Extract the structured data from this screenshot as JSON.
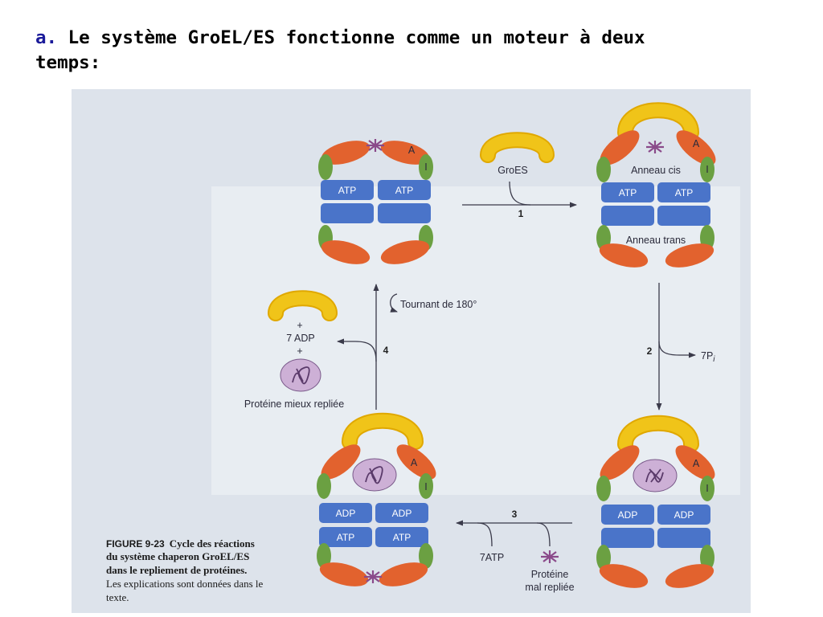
{
  "slide": {
    "title_letter": "a.",
    "title_line1": " Le système GroEL/ES fonctionne comme un moteur à deux",
    "title_line2": "temps:"
  },
  "diagram": {
    "labels": {
      "atp": "ATP",
      "adp": "ADP",
      "domain_a": "A",
      "domain_i": "I",
      "groes": "GroES",
      "anneau_cis": "Anneau cis",
      "anneau_trans": "Anneau trans",
      "tournant": "Tournant de 180°",
      "plus": "+",
      "adp7": "7 ADP",
      "proteine_mieux": "Protéine mieux repliée",
      "p7": "7P",
      "p7_sub": "i",
      "atp7": "7ATP",
      "proteine_mal_1": "Protéine",
      "proteine_mal_2": "mal repliée"
    },
    "steps": [
      "1",
      "2",
      "3",
      "4"
    ],
    "colors": {
      "groes": "#f0c419",
      "apical": "#e2622e",
      "intermediate": "#6ba042",
      "equatorial": "#4a74c9",
      "protein": "#cdb0d6",
      "background": "#dde3eb"
    },
    "caption": {
      "head": "FIGURE 9-23",
      "line1": "Cycle des réactions",
      "line2": "du système chaperon GroEL/ES",
      "line3": "dans le repliement de protéines.",
      "line4": "Les explications sont données dans le",
      "line5": "texte."
    }
  }
}
